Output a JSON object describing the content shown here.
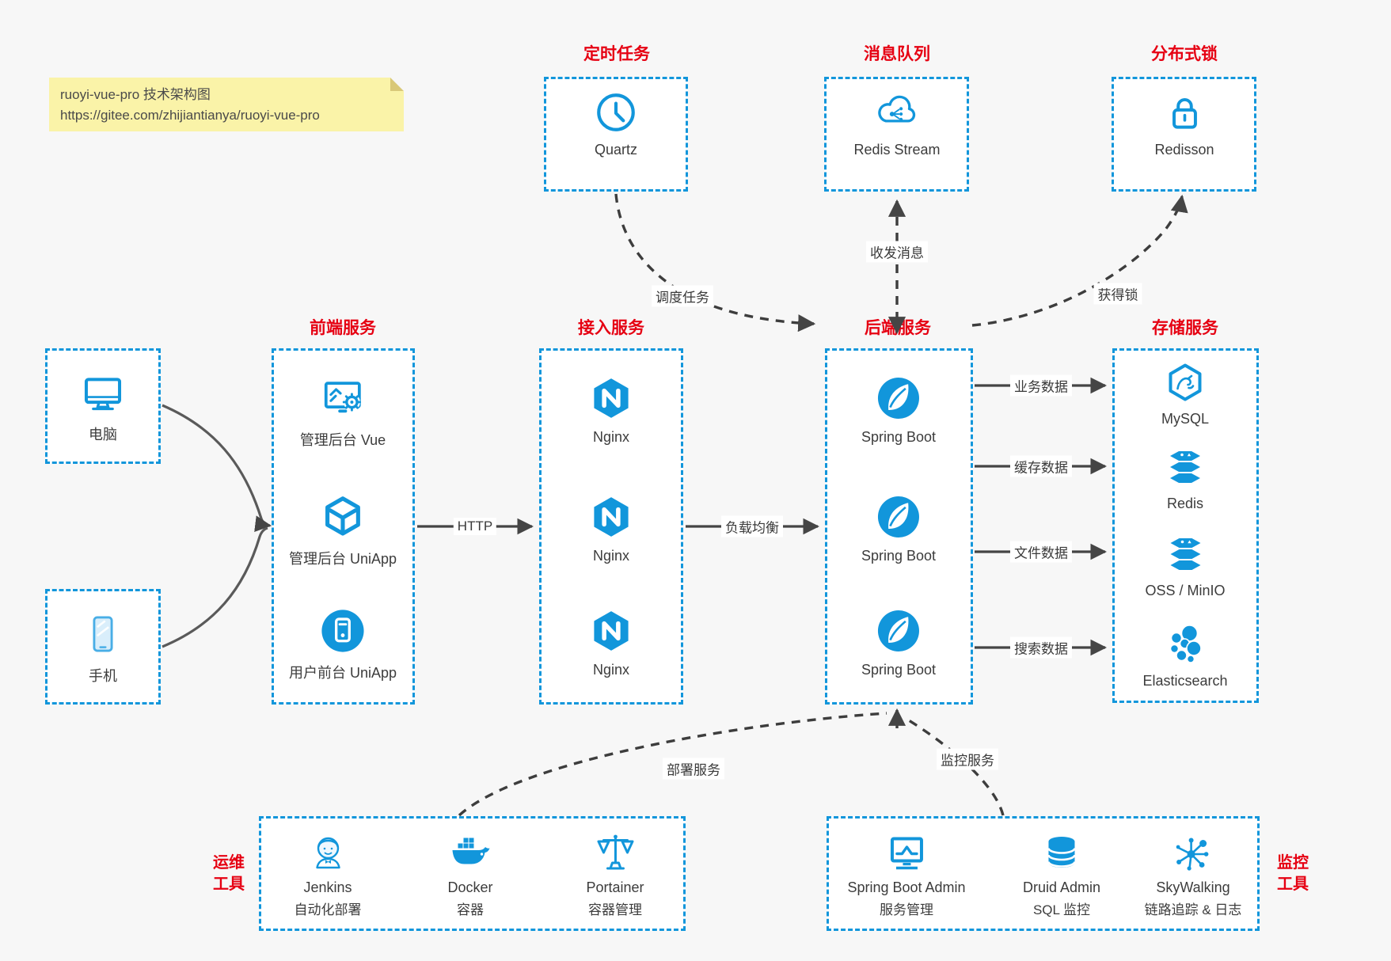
{
  "colors": {
    "accent_blue": "#1296db",
    "title_red": "#e60012",
    "arrow_gray": "#4a4a4a",
    "note_bg": "#faf3a8",
    "canvas_bg": "#f7f7f7"
  },
  "note": {
    "line1": "ruoyi-vue-pro 技术架构图",
    "line2": "https://gitee.com/zhijiantianya/ruoyi-vue-pro"
  },
  "top": {
    "scheduler": {
      "title": "定时任务",
      "label": "Quartz",
      "icon": "clock-icon"
    },
    "mq": {
      "title": "消息队列",
      "label": "Redis Stream",
      "icon": "cloud-stream-icon"
    },
    "lock": {
      "title": "分布式锁",
      "label": "Redisson",
      "icon": "lock-icon"
    }
  },
  "clients": {
    "pc": {
      "label": "电脑",
      "icon": "desktop-icon"
    },
    "mobile": {
      "label": "手机",
      "icon": "smartphone-icon"
    }
  },
  "columns": {
    "frontend": {
      "title": "前端服务",
      "items": [
        {
          "label": "管理后台 Vue",
          "icon": "admin-vue-icon"
        },
        {
          "label": "管理后台 UniApp",
          "icon": "uniapp-cube-icon"
        },
        {
          "label": "用户前台 UniApp",
          "icon": "user-app-icon"
        }
      ]
    },
    "gateway": {
      "title": "接入服务",
      "items": [
        {
          "label": "Nginx",
          "icon": "nginx-icon"
        },
        {
          "label": "Nginx",
          "icon": "nginx-icon"
        },
        {
          "label": "Nginx",
          "icon": "nginx-icon"
        }
      ]
    },
    "backend": {
      "title": "后端服务",
      "items": [
        {
          "label": "Spring Boot",
          "icon": "spring-icon"
        },
        {
          "label": "Spring Boot",
          "icon": "spring-icon"
        },
        {
          "label": "Spring Boot",
          "icon": "spring-icon"
        }
      ]
    },
    "storage": {
      "title": "存储服务",
      "items": [
        {
          "label": "MySQL",
          "icon": "mysql-icon"
        },
        {
          "label": "Redis",
          "icon": "redis-layers-icon"
        },
        {
          "label": "OSS / MinIO",
          "icon": "oss-layers-icon"
        },
        {
          "label": "Elasticsearch",
          "icon": "elasticsearch-icon"
        }
      ]
    }
  },
  "bottom": {
    "ops": {
      "side_title": [
        "运维",
        "工具"
      ],
      "items": [
        {
          "name": "Jenkins",
          "desc": "自动化部署",
          "icon": "jenkins-icon"
        },
        {
          "name": "Docker",
          "desc": "容器",
          "icon": "docker-whale-icon"
        },
        {
          "name": "Portainer",
          "desc": "容器管理",
          "icon": "scales-icon"
        }
      ]
    },
    "monitoring": {
      "side_title": [
        "监控",
        "工具"
      ],
      "items": [
        {
          "name": "Spring Boot Admin",
          "desc": "服务管理",
          "icon": "monitor-chart-icon"
        },
        {
          "name": "Druid Admin",
          "desc": "SQL 监控",
          "icon": "database-icon"
        },
        {
          "name": "SkyWalking",
          "desc": "链路追踪 & 日志",
          "icon": "topology-icon"
        }
      ]
    }
  },
  "edges": {
    "http": "HTTP",
    "load_balance": "负载均衡",
    "schedule_task": "调度任务",
    "send_receive_msg": "收发消息",
    "acquire_lock": "获得锁",
    "business_data": "业务数据",
    "cache_data": "缓存数据",
    "file_data": "文件数据",
    "search_data": "搜索数据",
    "deploy_service": "部署服务",
    "monitor_service": "监控服务"
  }
}
